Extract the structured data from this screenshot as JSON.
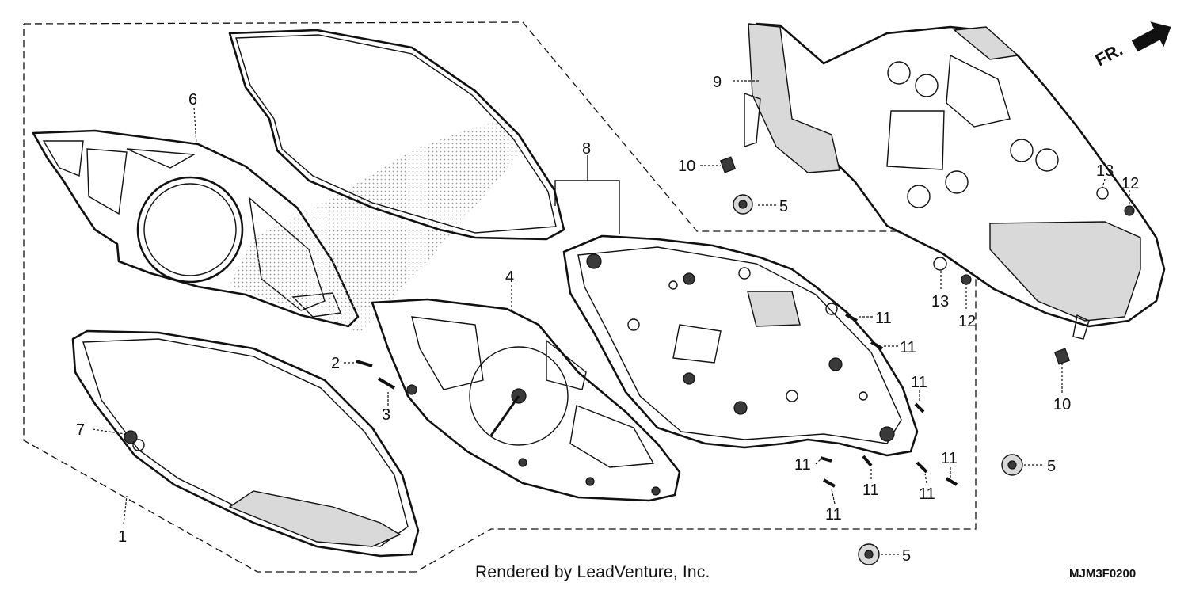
{
  "diagram": {
    "callouts": {
      "p1": "1",
      "p2": "2",
      "p3": "3",
      "p4": "4",
      "p5a": "5",
      "p5b": "5",
      "p5c": "5",
      "p6": "6",
      "p7": "7",
      "p8": "8",
      "p9": "9",
      "p10a": "10",
      "p10b": "10",
      "p11a": "11",
      "p11b": "11",
      "p11c": "11",
      "p11d": "11",
      "p11e": "11",
      "p11f": "11",
      "p11g": "11",
      "p12a": "12",
      "p12b": "12",
      "p13a": "13",
      "p13b": "13"
    },
    "front_indicator": "FR.",
    "credit": "Rendered by LeadVenture, Inc.",
    "diagram_code": "MJM3F0200"
  }
}
